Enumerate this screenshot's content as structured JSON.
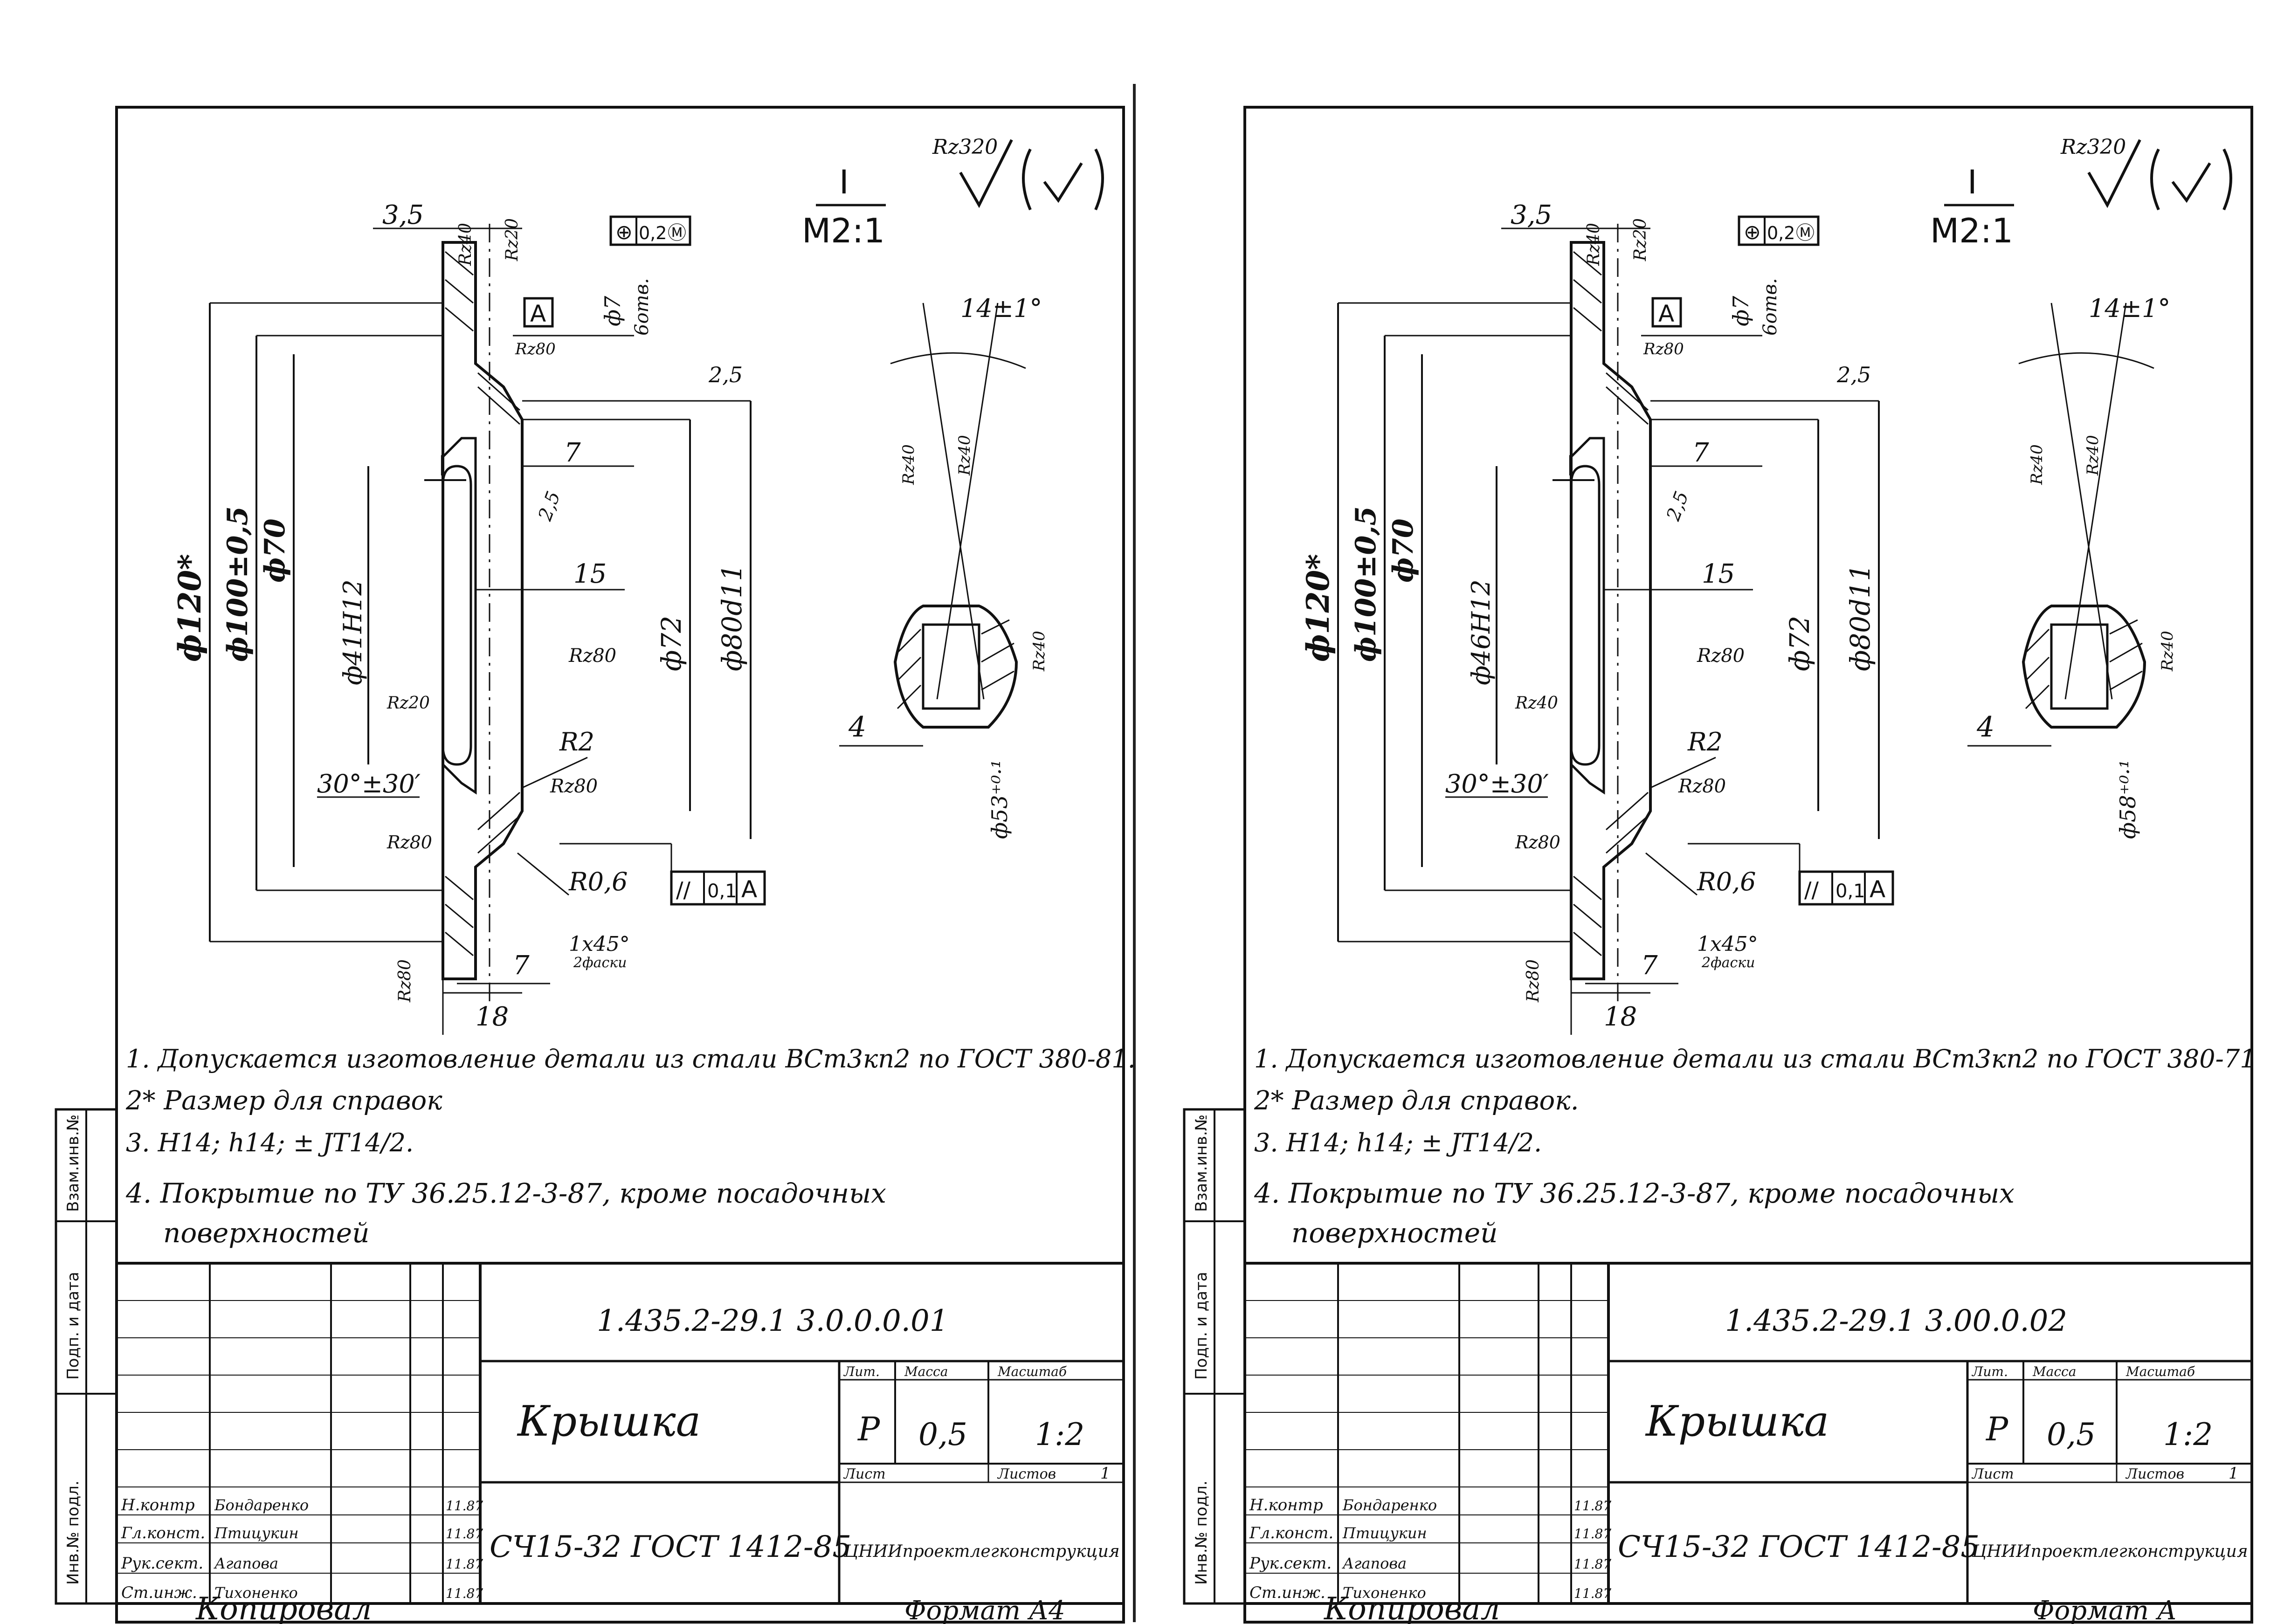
{
  "sheets": [
    {
      "id": "left",
      "view_label": "I",
      "scale": "M2:1",
      "roughness_general": "Rz320",
      "tolerance_frame_top": [
        "⊕",
        "0,2",
        "Ⓜ"
      ],
      "tolerance_frame_bottom": [
        "//",
        "0,1",
        "A"
      ],
      "datum": "A",
      "dims": {
        "d120": "ф120*",
        "d100": "ф100±0,5",
        "d70": "ф70",
        "d41": "ф41H12",
        "d72": "ф72",
        "d80": "ф80d11",
        "d53": "ф53⁺⁰·¹",
        "w35": "3,5",
        "w7a": "7",
        "w15": "15",
        "w7b": "7",
        "w18": "18",
        "w4": "4",
        "hole": "ф7",
        "hole_note": "6отв.",
        "angle": "30°±30′",
        "angle_detail": "14±1°",
        "chamfer": "1х45°",
        "chamfer_note": "2фаски",
        "r2": "R2",
        "r06": "R0,6",
        "s25a": "2,5",
        "s25b": "2,5"
      },
      "rough_marks": [
        "Rz40",
        "Rz20",
        "Rz80",
        "Rz80",
        "Rz20",
        "Rz80",
        "Rz80",
        "Rz80",
        "Rz40",
        "Rz40",
        "Rz40"
      ],
      "notes": [
        "1. Допускается изготовление детали из стали ВСт3кп2 по ГОСТ 380-81.",
        "2* Размер для справок",
        "3. H14; h14; ± JT14/2.",
        "4. Покрытие по ТУ 36.25.12-3-87, кроме посадочных",
        "поверхностей"
      ],
      "title_block": {
        "doc_code": "1.435.2-29.1   3.0.0.0.01",
        "name": "Крышка",
        "material": "СЧ15-32 ГОСТ 1412-85",
        "lit_header": "Лит.",
        "mass_header": "Масса",
        "scale_header": "Масштаб",
        "lit": "Р",
        "mass": "0,5",
        "scale": "1:2",
        "sheet_header": "Лист",
        "sheets_header": "Листов",
        "sheets_count": "1",
        "org": "ЦНИИпроектлегконструкция",
        "roles": [
          "Н.контр",
          "Гл.конст.",
          "Рук.сект.",
          "Ст.инж."
        ],
        "names": [
          "Бондаренко",
          "Птицукин",
          "Агапова",
          "Тихоненко"
        ],
        "dates": [
          "11.87",
          "11.87",
          "11.87",
          "11.87"
        ],
        "side_stamp": [
          "Инв.№ подл.",
          "Подп. и дата",
          "Взам.инв.№"
        ]
      },
      "copied": "Копировал",
      "format": "Формат А4"
    },
    {
      "id": "right",
      "view_label": "I",
      "scale": "M2:1",
      "roughness_general": "Rz320",
      "tolerance_frame_top": [
        "⊕",
        "0,2",
        "Ⓜ"
      ],
      "tolerance_frame_bottom": [
        "//",
        "0,1",
        "A"
      ],
      "datum": "A",
      "dims": {
        "d120": "ф120*",
        "d100": "ф100±0,5",
        "d70": "ф70",
        "d41": "ф46H12",
        "d72": "ф72",
        "d80": "ф80d11",
        "d53": "ф58⁺⁰·¹",
        "w35": "3,5",
        "w7a": "7",
        "w15": "15",
        "w7b": "7",
        "w18": "18",
        "w4": "4",
        "hole": "ф7",
        "hole_note": "6отв.",
        "angle": "30°±30′",
        "angle_detail": "14±1°",
        "chamfer": "1х45°",
        "chamfer_note": "2фаски",
        "r2": "R2",
        "r06": "R0,6",
        "s25a": "2,5",
        "s25b": "2,5"
      },
      "rough_marks": [
        "Rz40",
        "Rz20",
        "Rz80",
        "Rz80",
        "Rz40",
        "Rz80",
        "Rz80",
        "Rz80",
        "Rz40",
        "Rz40",
        "Rz40"
      ],
      "notes": [
        "1. Допускается изготовление детали из стали ВСт3кп2 по ГОСТ 380-71",
        "2* Размер для справок.",
        "3. H14; h14; ± JT14/2.",
        "4. Покрытие по ТУ 36.25.12-3-87, кроме посадочных",
        "поверхностей"
      ],
      "title_block": {
        "doc_code": "1.435.2-29.1   3.00.0.02",
        "name": "Крышка",
        "material": "СЧ15-32 ГОСТ 1412-85",
        "lit_header": "Лит.",
        "mass_header": "Масса",
        "scale_header": "Масштаб",
        "lit": "Р",
        "mass": "0,5",
        "scale": "1:2",
        "sheet_header": "Лист",
        "sheets_header": "Листов",
        "sheets_count": "1",
        "org": "ЦНИИпроектлегконструкция",
        "roles": [
          "Н.контр",
          "Гл.конст.",
          "Рук.сект.",
          "Ст.инж."
        ],
        "names": [
          "Бондаренко",
          "Птицукин",
          "Агапова",
          "Тихоненко"
        ],
        "dates": [
          "11.87",
          "11.87",
          "11.87",
          "11.87"
        ],
        "side_stamp": [
          "Инв.№ подл.",
          "Подп. и дата",
          "Взам.инв.№"
        ]
      },
      "copied": "Копировал",
      "format": "Формат А"
    }
  ]
}
